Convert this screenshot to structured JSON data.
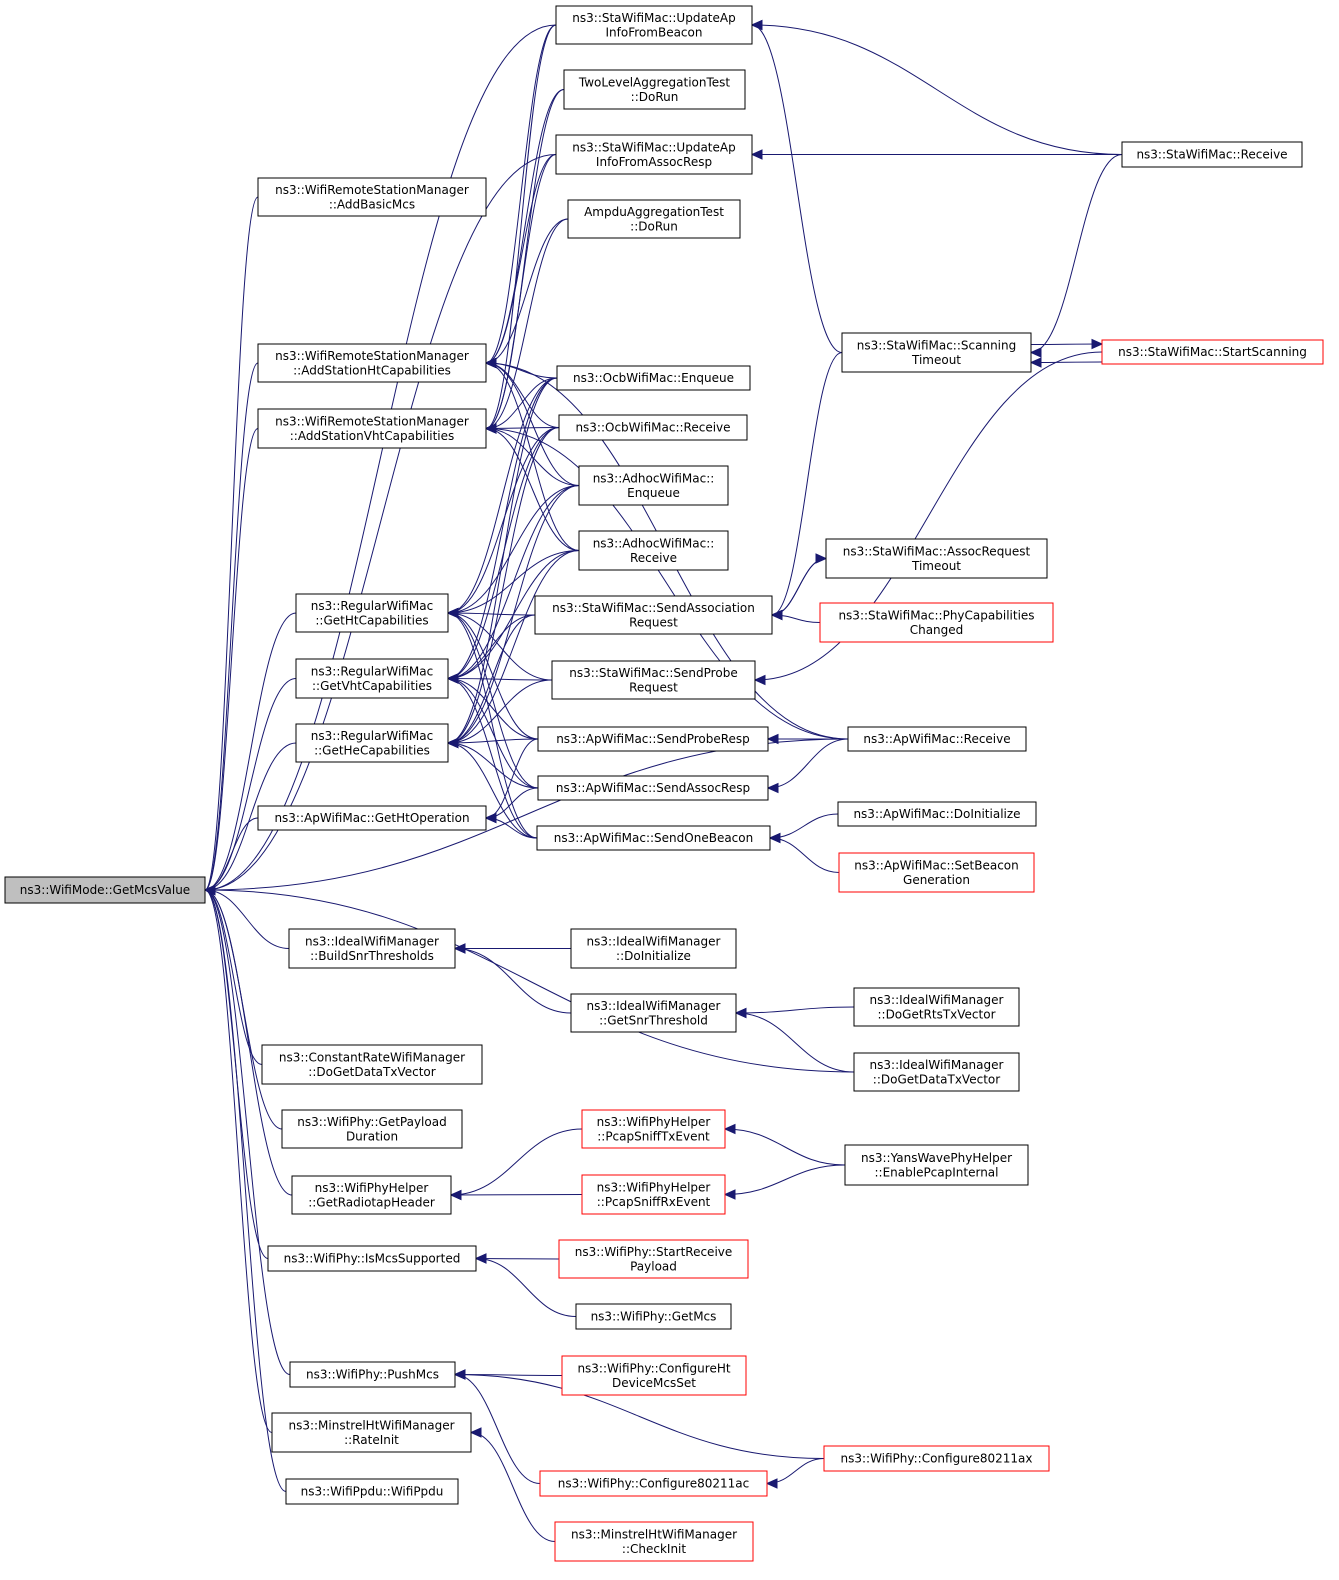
{
  "graph": {
    "root": "n0",
    "colors": {
      "edge": "#191970",
      "node_border": "#000000",
      "truncated_border": "#ff0000",
      "root_fill": "#bfbfbf"
    },
    "nodes": [
      {
        "id": "n0",
        "lines": [
          "ns3::WifiMode::GetMcsValue"
        ],
        "root": true
      },
      {
        "id": "n1",
        "lines": [
          "ns3::WifiRemoteStationManager",
          "::AddBasicMcs"
        ]
      },
      {
        "id": "n2",
        "lines": [
          "ns3::WifiRemoteStationManager",
          "::AddStationHtCapabilities"
        ]
      },
      {
        "id": "n3",
        "lines": [
          "ns3::WifiRemoteStationManager",
          "::AddStationVhtCapabilities"
        ]
      },
      {
        "id": "n4",
        "lines": [
          "ns3::RegularWifiMac",
          "::GetHtCapabilities"
        ]
      },
      {
        "id": "n5",
        "lines": [
          "ns3::RegularWifiMac",
          "::GetVhtCapabilities"
        ]
      },
      {
        "id": "n6",
        "lines": [
          "ns3::RegularWifiMac",
          "::GetHeCapabilities"
        ]
      },
      {
        "id": "n7",
        "lines": [
          "ns3::ApWifiMac::GetHtOperation"
        ]
      },
      {
        "id": "n8",
        "lines": [
          "ns3::IdealWifiManager",
          "::BuildSnrThresholds"
        ]
      },
      {
        "id": "n9",
        "lines": [
          "ns3::ConstantRateWifiManager",
          "::DoGetDataTxVector"
        ]
      },
      {
        "id": "n10",
        "lines": [
          "ns3::WifiPhy::GetPayload",
          "Duration"
        ]
      },
      {
        "id": "n11",
        "lines": [
          "ns3::WifiPhyHelper",
          "::GetRadiotapHeader"
        ]
      },
      {
        "id": "n12",
        "lines": [
          "ns3::WifiPhy::IsMcsSupported"
        ]
      },
      {
        "id": "n13",
        "lines": [
          "ns3::WifiPhy::PushMcs"
        ]
      },
      {
        "id": "n14",
        "lines": [
          "ns3::MinstrelHtWifiManager",
          "::RateInit"
        ]
      },
      {
        "id": "n15",
        "lines": [
          "ns3::WifiPpdu::WifiPpdu"
        ]
      },
      {
        "id": "n16",
        "lines": [
          "ns3::StaWifiMac::UpdateAp",
          "InfoFromBeacon"
        ]
      },
      {
        "id": "n17",
        "lines": [
          "TwoLevelAggregationTest",
          "::DoRun"
        ]
      },
      {
        "id": "n18",
        "lines": [
          "ns3::StaWifiMac::UpdateAp",
          "InfoFromAssocResp"
        ]
      },
      {
        "id": "n19",
        "lines": [
          "AmpduAggregationTest",
          "::DoRun"
        ]
      },
      {
        "id": "n20",
        "lines": [
          "ns3::OcbWifiMac::Enqueue"
        ]
      },
      {
        "id": "n21",
        "lines": [
          "ns3::OcbWifiMac::Receive"
        ]
      },
      {
        "id": "n22",
        "lines": [
          "ns3::AdhocWifiMac::",
          "Enqueue"
        ]
      },
      {
        "id": "n23",
        "lines": [
          "ns3::AdhocWifiMac::",
          "Receive"
        ]
      },
      {
        "id": "n24",
        "lines": [
          "ns3::StaWifiMac::SendAssociation",
          "Request"
        ]
      },
      {
        "id": "n25",
        "lines": [
          "ns3::StaWifiMac::SendProbe",
          "Request"
        ]
      },
      {
        "id": "n26",
        "lines": [
          "ns3::ApWifiMac::SendProbeResp"
        ]
      },
      {
        "id": "n27",
        "lines": [
          "ns3::ApWifiMac::SendAssocResp"
        ]
      },
      {
        "id": "n28",
        "lines": [
          "ns3::ApWifiMac::SendOneBeacon"
        ]
      },
      {
        "id": "n29",
        "lines": [
          "ns3::IdealWifiManager",
          "::DoInitialize"
        ]
      },
      {
        "id": "n30",
        "lines": [
          "ns3::IdealWifiManager",
          "::GetSnrThreshold"
        ]
      },
      {
        "id": "n31",
        "lines": [
          "ns3::WifiPhyHelper",
          "::PcapSniffTxEvent"
        ],
        "truncated": true
      },
      {
        "id": "n32",
        "lines": [
          "ns3::WifiPhyHelper",
          "::PcapSniffRxEvent"
        ],
        "truncated": true
      },
      {
        "id": "n33",
        "lines": [
          "ns3::WifiPhy::StartReceive",
          "Payload"
        ],
        "truncated": true
      },
      {
        "id": "n34",
        "lines": [
          "ns3::WifiPhy::GetMcs"
        ]
      },
      {
        "id": "n35",
        "lines": [
          "ns3::WifiPhy::ConfigureHt",
          "DeviceMcsSet"
        ],
        "truncated": true
      },
      {
        "id": "n36",
        "lines": [
          "ns3::WifiPhy::Configure80211ac"
        ],
        "truncated": true
      },
      {
        "id": "n37",
        "lines": [
          "ns3::MinstrelHtWifiManager",
          "::CheckInit"
        ],
        "truncated": true
      },
      {
        "id": "n38",
        "lines": [
          "ns3::StaWifiMac::Scanning",
          "Timeout"
        ]
      },
      {
        "id": "n39",
        "lines": [
          "ns3::StaWifiMac::AssocRequest",
          "Timeout"
        ]
      },
      {
        "id": "n40",
        "lines": [
          "ns3::StaWifiMac::PhyCapabilities",
          "Changed"
        ],
        "truncated": true
      },
      {
        "id": "n41",
        "lines": [
          "ns3::ApWifiMac::Receive"
        ]
      },
      {
        "id": "n42",
        "lines": [
          "ns3::ApWifiMac::DoInitialize"
        ]
      },
      {
        "id": "n43",
        "lines": [
          "ns3::ApWifiMac::SetBeacon",
          "Generation"
        ],
        "truncated": true
      },
      {
        "id": "n44",
        "lines": [
          "ns3::IdealWifiManager",
          "::DoGetRtsTxVector"
        ]
      },
      {
        "id": "n45",
        "lines": [
          "ns3::IdealWifiManager",
          "::DoGetDataTxVector"
        ]
      },
      {
        "id": "n46",
        "lines": [
          "ns3::YansWavePhyHelper",
          "::EnablePcapInternal"
        ]
      },
      {
        "id": "n47",
        "lines": [
          "ns3::WifiPhy::Configure80211ax"
        ],
        "truncated": true
      },
      {
        "id": "n48",
        "lines": [
          "ns3::StaWifiMac::Receive"
        ]
      },
      {
        "id": "n49",
        "lines": [
          "ns3::StaWifiMac::StartScanning"
        ],
        "truncated": true
      }
    ],
    "edges": [
      [
        "n1",
        "n0"
      ],
      [
        "n2",
        "n0"
      ],
      [
        "n3",
        "n0"
      ],
      [
        "n4",
        "n0"
      ],
      [
        "n5",
        "n0"
      ],
      [
        "n6",
        "n0"
      ],
      [
        "n7",
        "n0"
      ],
      [
        "n8",
        "n0"
      ],
      [
        "n9",
        "n0"
      ],
      [
        "n10",
        "n0"
      ],
      [
        "n11",
        "n0"
      ],
      [
        "n12",
        "n0"
      ],
      [
        "n13",
        "n0"
      ],
      [
        "n14",
        "n0"
      ],
      [
        "n15",
        "n0"
      ],
      [
        "n16",
        "n0"
      ],
      [
        "n18",
        "n0"
      ],
      [
        "n41",
        "n0"
      ],
      [
        "n45",
        "n0"
      ],
      [
        "n16",
        "n2"
      ],
      [
        "n17",
        "n2"
      ],
      [
        "n18",
        "n2"
      ],
      [
        "n19",
        "n2"
      ],
      [
        "n20",
        "n2"
      ],
      [
        "n21",
        "n2"
      ],
      [
        "n22",
        "n2"
      ],
      [
        "n23",
        "n2"
      ],
      [
        "n41",
        "n2"
      ],
      [
        "n16",
        "n3"
      ],
      [
        "n17",
        "n3"
      ],
      [
        "n18",
        "n3"
      ],
      [
        "n19",
        "n3"
      ],
      [
        "n20",
        "n3"
      ],
      [
        "n21",
        "n3"
      ],
      [
        "n22",
        "n3"
      ],
      [
        "n23",
        "n3"
      ],
      [
        "n41",
        "n3"
      ],
      [
        "n20",
        "n4"
      ],
      [
        "n21",
        "n4"
      ],
      [
        "n22",
        "n4"
      ],
      [
        "n23",
        "n4"
      ],
      [
        "n24",
        "n4"
      ],
      [
        "n25",
        "n4"
      ],
      [
        "n26",
        "n4"
      ],
      [
        "n27",
        "n4"
      ],
      [
        "n28",
        "n4"
      ],
      [
        "n20",
        "n5"
      ],
      [
        "n21",
        "n5"
      ],
      [
        "n22",
        "n5"
      ],
      [
        "n23",
        "n5"
      ],
      [
        "n24",
        "n5"
      ],
      [
        "n25",
        "n5"
      ],
      [
        "n26",
        "n5"
      ],
      [
        "n27",
        "n5"
      ],
      [
        "n28",
        "n5"
      ],
      [
        "n20",
        "n6"
      ],
      [
        "n21",
        "n6"
      ],
      [
        "n22",
        "n6"
      ],
      [
        "n23",
        "n6"
      ],
      [
        "n24",
        "n6"
      ],
      [
        "n25",
        "n6"
      ],
      [
        "n26",
        "n6"
      ],
      [
        "n27",
        "n6"
      ],
      [
        "n28",
        "n6"
      ],
      [
        "n26",
        "n7"
      ],
      [
        "n27",
        "n7"
      ],
      [
        "n28",
        "n7"
      ],
      [
        "n29",
        "n8"
      ],
      [
        "n30",
        "n8"
      ],
      [
        "n31",
        "n11"
      ],
      [
        "n32",
        "n11"
      ],
      [
        "n33",
        "n12"
      ],
      [
        "n34",
        "n12"
      ],
      [
        "n35",
        "n13"
      ],
      [
        "n36",
        "n13"
      ],
      [
        "n47",
        "n13"
      ],
      [
        "n37",
        "n14"
      ],
      [
        "n38",
        "n16"
      ],
      [
        "n48",
        "n16"
      ],
      [
        "n48",
        "n18"
      ],
      [
        "n38",
        "n24"
      ],
      [
        "n39",
        "n24"
      ],
      [
        "n40",
        "n24"
      ],
      [
        "n49",
        "n25"
      ],
      [
        "n41",
        "n26"
      ],
      [
        "n41",
        "n27"
      ],
      [
        "n42",
        "n28"
      ],
      [
        "n43",
        "n28"
      ],
      [
        "n44",
        "n30"
      ],
      [
        "n45",
        "n30"
      ],
      [
        "n46",
        "n31"
      ],
      [
        "n46",
        "n32"
      ],
      [
        "n47",
        "n36"
      ],
      [
        "n24",
        "n39"
      ],
      [
        "n48",
        "n38"
      ],
      [
        "n49",
        "n38"
      ],
      [
        "n38",
        "n49"
      ]
    ]
  }
}
